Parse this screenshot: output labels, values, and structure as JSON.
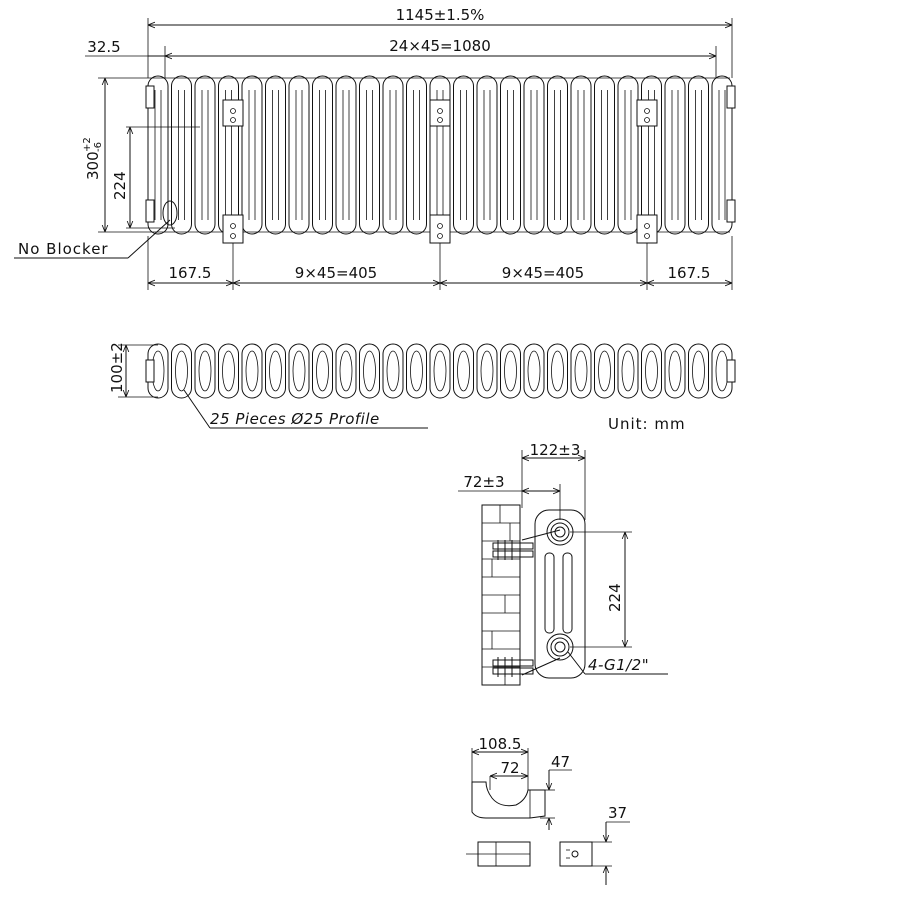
{
  "front_view": {
    "overall_width": "1145±1.5%",
    "left_offset": "32.5",
    "section_pitch_total": "24×45=1080",
    "height_label": "300",
    "height_tol_upper": "+2",
    "height_tol_lower": "-6",
    "centers_label": "224",
    "no_blocker_label": "No Blocker",
    "bracket_left_offset": "167.5",
    "bracket_spacing_1": "9×45=405",
    "bracket_spacing_2": "9×45=405",
    "bracket_right_offset": "167.5"
  },
  "top_view": {
    "depth_label": "100±2",
    "profile_label": "25 Pieces Ø25 Profile",
    "sections": 25
  },
  "units_label": "Unit: mm",
  "side_view": {
    "overall_depth": "122±3",
    "wall_offset": "72±3",
    "centers_label": "224",
    "connections_label": "4-G1/2\""
  },
  "bracket_detail": {
    "length": "108.5",
    "offset": "72",
    "height": "47",
    "plate_height": "37"
  }
}
